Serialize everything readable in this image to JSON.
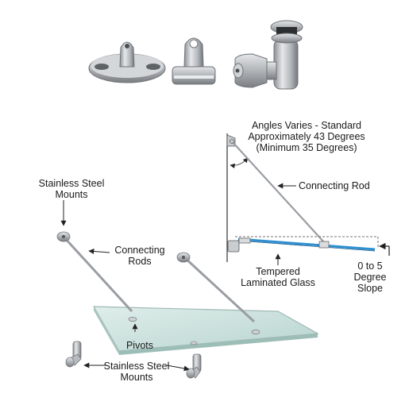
{
  "labels": {
    "angle_line1": "Angles Varies - Standard",
    "angle_line2": "Approximately 43 Degrees",
    "angle_line3": "(Minimum 35 Degrees)",
    "connecting_rod": "Connecting Rod",
    "tempered_line1": "Tempered",
    "tempered_line2": "Laminated Glass",
    "slope_line1": "0 to 5",
    "slope_line2": "Degree",
    "slope_line3": "Slope",
    "ss_mounts_top_line1": "Stainless Steel",
    "ss_mounts_top_line2": "Mounts",
    "connecting_rods_line1": "Connecting",
    "connecting_rods_line2": "Rods",
    "pivots": "Pivots",
    "ss_mounts_bottom_line1": "Stainless Steel",
    "ss_mounts_bottom_line2": "Mounts"
  },
  "colors": {
    "steel": "#b9bcc0",
    "steel_dark": "#7d8186",
    "glass_fill": "#cfe3e0",
    "glass_edge": "#9fb9b5",
    "glass_blue": "#2f8fd0",
    "line": "#222222"
  }
}
